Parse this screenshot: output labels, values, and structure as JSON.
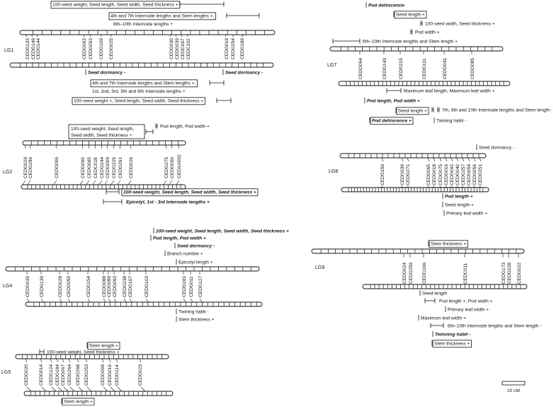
{
  "scale_bar": {
    "label": "10 cM"
  },
  "groups": [
    {
      "name": "LG1",
      "markers": [
        "CEDG133",
        "CEDG149",
        "CEDG144",
        "CEDG063",
        "CEDG053",
        "CEDG109",
        "CEDG025",
        "CEDG030",
        "CEDG039",
        "CEDC067",
        "CEDC102",
        "CEDG019",
        "CEDG254",
        "CEDG189"
      ],
      "qtls": [
        {
          "text": "100-seed weight, Seed length, Seed width, Seed thickness +",
          "boxed": true,
          "bold": false
        },
        {
          "text": "4th and 7th Internode lengths and Stem lengths +,",
          "boxed": true,
          "bold": false
        },
        {
          "text": "8th–10th Internode lengths +",
          "boxed": false,
          "bold": false
        },
        {
          "text": "Seed dormancy -",
          "boxed": false,
          "bold": true
        },
        {
          "text": "Seed dormancy -",
          "boxed": false,
          "bold": true
        },
        {
          "text": "4th and 7th Internode lengths and Stem lengths +,",
          "boxed": true,
          "bold": false
        },
        {
          "text": "1st, 2nd, 3rd, 5th and 6th Internode lengths +",
          "boxed": false,
          "bold": false
        },
        {
          "text": "100-seed weight +, Seed length, Seed width, Seed thickness +",
          "boxed": true,
          "bold": false
        }
      ]
    },
    {
      "name": "LG2",
      "markers": [
        "CEDG029",
        "CEDG286",
        "CEDG006",
        "CEDG060",
        "CEDG065",
        "CEDC018",
        "CEDG244",
        "CEDG009",
        "CEDG225",
        "CEDG261",
        "CEDG026",
        "CEDG275",
        "CEDG050",
        "CEDAA002"
      ],
      "qtls": [
        {
          "text": "100-seed weight, Seed length,",
          "boxed": true,
          "bold": false
        },
        {
          "text": "Seed width, Seed thickness +",
          "boxed": false,
          "bold": false
        },
        {
          "text": "Pod length, Pod width +",
          "boxed": false,
          "bold": false
        },
        {
          "text": "100-seed weight, Seed length, Seed width, Seed thickness +",
          "boxed": true,
          "bold": true
        },
        {
          "text": "Epicotyl, 1st - 3rd Internode lengths +",
          "boxed": false,
          "bold": true
        }
      ]
    },
    {
      "name": "LG4",
      "markers": [
        "CEDG035",
        "CEDG139",
        "CEDG028",
        "CEDG055",
        "CEDG154",
        "CEDG088",
        "CEDG089",
        "CEDG093",
        "CEDG238",
        "CEDG107",
        "CEDG103",
        "CEDG181",
        "CEDG011",
        "CEDG127"
      ],
      "qtls": [
        {
          "text": "100-seed weight, Seed length, Seed width, Seed thickness +",
          "boxed": false,
          "bold": true
        },
        {
          "text": "Pod length, Pod width +",
          "boxed": false,
          "bold": true
        },
        {
          "text": "Seed dormancy -",
          "boxed": false,
          "bold": true
        },
        {
          "text": "Branch number +",
          "boxed": false,
          "bold": false
        },
        {
          "text": "Epicotyl length +",
          "boxed": false,
          "bold": false
        },
        {
          "text": "Twining habit -",
          "boxed": false,
          "bold": false
        },
        {
          "text": "Stem thickness +",
          "boxed": false,
          "bold": false
        }
      ]
    },
    {
      "name": "LG5",
      "markers": [
        "CEDG020",
        "CEDG014",
        "CEDG124",
        "CEDG184",
        "CEDG067",
        "CEDG264",
        "CEDG268",
        "CEDG253",
        "CEDG008",
        "CEDG016",
        "CEDG114",
        "CEDG023"
      ],
      "qtls": [
        {
          "text": "Stem length +",
          "boxed": true,
          "bold": false
        },
        {
          "text": "100-seed weight, Seed thickness +",
          "boxed": false,
          "bold": false
        },
        {
          "text": "Stem length +",
          "boxed": true,
          "bold": false
        }
      ]
    },
    {
      "name": "LG7",
      "markers": [
        "CEDG064",
        "CEDG143",
        "CEDG215",
        "CEDG111",
        "CEDG041",
        "CEDG085"
      ],
      "qtls": [
        {
          "text": "Pod dehiscence-",
          "boxed": false,
          "bold": true
        },
        {
          "text": "Seed length +",
          "boxed": true,
          "bold": false
        },
        {
          "text": "100-seed width, Seed thickness +",
          "boxed": false,
          "bold": false
        },
        {
          "text": "Pod width +",
          "boxed": false,
          "bold": false
        },
        {
          "text": "6th–10th Internode lengths and Stem length +",
          "boxed": false,
          "bold": false
        },
        {
          "text": "Maximum leaf length, Maximum leaf width +",
          "boxed": false,
          "bold": false
        },
        {
          "text": "Pod length, Pod width +",
          "boxed": false,
          "bold": true
        },
        {
          "text": "Seed length +",
          "boxed": true,
          "bold": false
        },
        {
          "text": "7th, 9th and 10th Internode lengths and Stem length -",
          "boxed": false,
          "bold": false
        },
        {
          "text": "Pod dehiscence +",
          "boxed": true,
          "bold": true
        },
        {
          "text": "Twining habit -",
          "boxed": false,
          "bold": false
        }
      ]
    },
    {
      "name": "LG8",
      "markers": [
        "CEDG156",
        "CEDG039",
        "CEDG271",
        "CEDG065",
        "CEDG018",
        "CEDG075",
        "CEDG016",
        "CEDG092",
        "CEDG040",
        "CEDG257",
        "CEDG059",
        "CEDG056",
        "CEDG251"
      ],
      "qtls": [
        {
          "text": "Seed dormancy -",
          "boxed": false,
          "bold": false
        },
        {
          "text": "Pod length +",
          "boxed": false,
          "bold": true
        },
        {
          "text": "Seed length +",
          "boxed": false,
          "bold": false
        },
        {
          "text": "Primary leaf width +",
          "boxed": false,
          "bold": false
        }
      ]
    },
    {
      "name": "LG9",
      "markers": [
        "CEDG024",
        "CEDG259",
        "CEDG166",
        "CEDC011",
        "CEDG173",
        "CEDG228",
        "CEDG022"
      ],
      "qtls": [
        {
          "text": "Stem thickness +",
          "boxed": true,
          "bold": false
        },
        {
          "text": "Seed length",
          "boxed": false,
          "bold": false
        },
        {
          "text": "Pod length +, Pod width +",
          "boxed": false,
          "bold": false
        },
        {
          "text": "Primary leaf width +",
          "boxed": false,
          "bold": false
        },
        {
          "text": "Maximum leaf width +",
          "boxed": false,
          "bold": false
        },
        {
          "text": "6th–10th Internode lengths and Stem length -",
          "boxed": false,
          "bold": false
        },
        {
          "text": "Twinning habit -",
          "boxed": false,
          "bold": true
        },
        {
          "text": "Stem thickness +",
          "boxed": true,
          "bold": false
        }
      ]
    }
  ]
}
